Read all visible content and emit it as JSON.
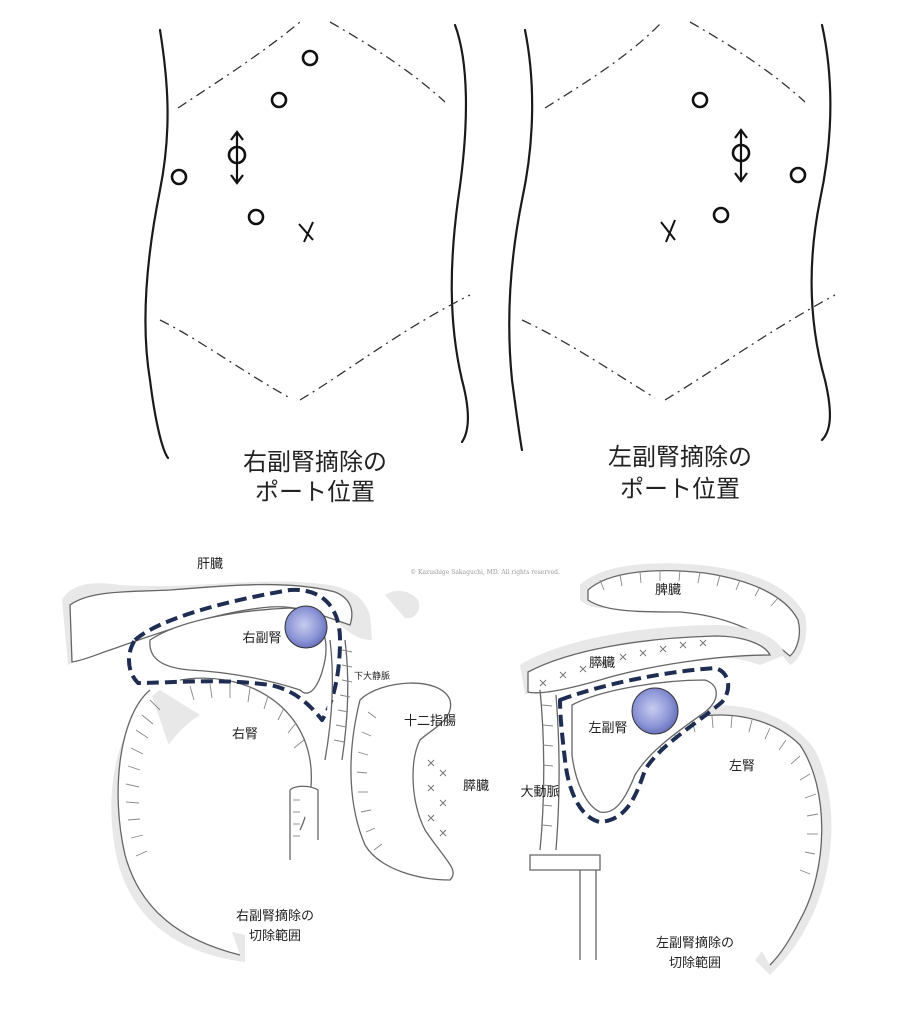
{
  "figure": {
    "top_panels": [
      {
        "id": "right",
        "caption_line1": "右副腎摘除の",
        "caption_line2": "ポート位置"
      },
      {
        "id": "left",
        "caption_line1": "左副腎摘除の",
        "caption_line2": "ポート位置"
      }
    ],
    "copyright": "© Kazushige Sakaguchi, MD. All rights reserved.",
    "bottom_right_side": {
      "liver": "肝臓",
      "right_adrenal": "右副腎",
      "ivc": "下大静脈",
      "right_kidney": "右腎",
      "duodenum": "十二指腸",
      "pancreas": "膵臓",
      "caption_line1": "右副腎摘除の",
      "caption_line2": "切除範囲"
    },
    "bottom_left_side": {
      "spleen": "脾臓",
      "pancreas": "膵臓",
      "left_adrenal": "左副腎",
      "aorta": "大動脈",
      "left_kidney": "左腎",
      "caption_line1": "左副腎摘除の",
      "caption_line2": "切除範囲"
    },
    "colors": {
      "resection_line": "#1f2d52",
      "tumor": "#8c95d6"
    }
  }
}
